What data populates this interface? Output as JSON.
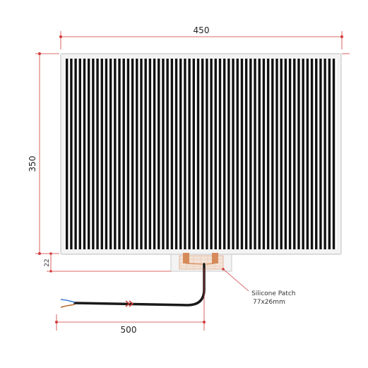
{
  "dimensions": {
    "width_label": "450",
    "height_label": "350",
    "bottom_margin_label": "22",
    "cable_length_label": "500"
  },
  "callout": {
    "line1": "Silicone Patch",
    "line2": "77x26mm"
  },
  "heater": {
    "stripe_count": 62
  },
  "colors": {
    "dimension_line": "#d23a3a",
    "stripe_dark": "#111111",
    "stripe_light": "#ffffff",
    "frame_border": "#c9c9c9",
    "frame_fill": "#f3f3f3",
    "patch_fill": "#f2e3d6",
    "terminal_copper": "#d68a5a",
    "cable": "#1a1a1a",
    "cable_arrow": "#d23a3a",
    "wire_blue": "#3a7bd5",
    "wire_brown": "#b86b2a"
  }
}
